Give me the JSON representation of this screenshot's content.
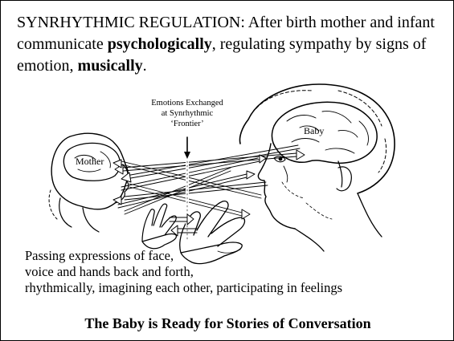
{
  "slide": {
    "heading_lead": "SYNRHYTHMIC REGULATION: After birth mother and infant communicate ",
    "heading_bold_1": "psychologically",
    "heading_mid": ", regulating sympathy by signs of emotion, ",
    "heading_bold_2": "musically",
    "heading_tail": ".",
    "caption_lines": [
      "Passing expressions of face,",
      "voice and hands back and forth,",
      "rhythmically, imagining each other, participating in feelings"
    ],
    "conclusion": "The Baby is Ready for Stories of Conversation"
  },
  "diagram": {
    "callout_lines": [
      "Emotions Exchanged",
      "at Synrhythmic",
      "‘Frontier’"
    ],
    "mother_label": "Mother",
    "baby_label": "Baby"
  }
}
